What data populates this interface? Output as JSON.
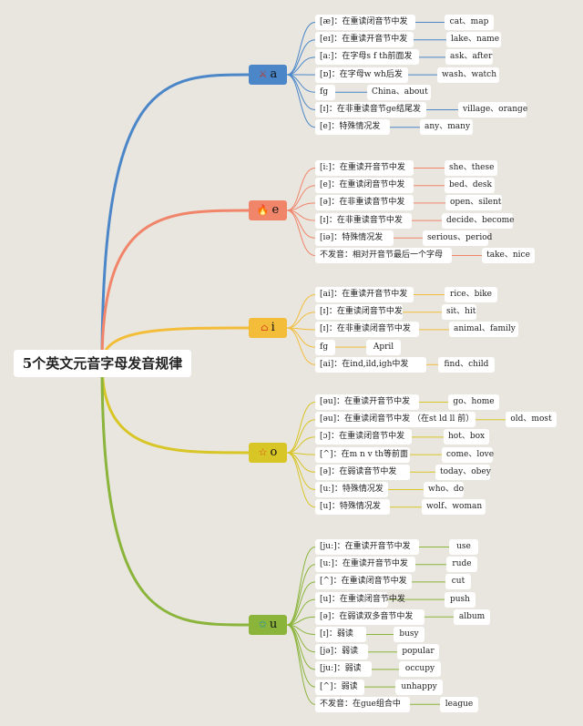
{
  "title": "5个英文元音字母发音规律",
  "colors": {
    "a": "#4a86c8",
    "e": "#f0856a",
    "i": "#f3bd3a",
    "o": "#d8c526",
    "u": "#8ab43a"
  },
  "branches": [
    {
      "letter": "a",
      "icon": "⚔",
      "icon_name": "tools-icon",
      "icon_color": "#c0392b",
      "items": [
        {
          "rule": "[æ]：在重读闭音节中发",
          "example": "cat、map"
        },
        {
          "rule": "[eɪ]：在重读开音节中发",
          "example": "lake、name"
        },
        {
          "rule": "[a:]：在字母s f th前面发",
          "example": "ask、after"
        },
        {
          "rule": "[ɒ]：在字母w wh后发",
          "example": "wash、watch"
        },
        {
          "rule": "fg",
          "example": "China、about"
        },
        {
          "rule": "[ɪ]：在非重读音节ge结尾发",
          "example": "village、orange"
        },
        {
          "rule": "[e]：特殊情况发",
          "example": "any、many"
        }
      ]
    },
    {
      "letter": "e",
      "icon": "🔥",
      "icon_name": "fire-icon",
      "icon_color": "#d8451b",
      "items": [
        {
          "rule": "[i:]：在重读开音节中发",
          "example": "she、these"
        },
        {
          "rule": "[e]：在重读闭音节中发",
          "example": "bed、desk"
        },
        {
          "rule": "[ə]：在非重读音节中发",
          "example": "open、silent"
        },
        {
          "rule": "[ɪ]：在非重读音节中发",
          "example": "decide、become"
        },
        {
          "rule": "[iə]：特殊情况发",
          "example": "serious、period"
        },
        {
          "rule": "不发音：相对开音节最后一个字母",
          "example": "take、nice"
        }
      ]
    },
    {
      "letter": "i",
      "icon": "⌂",
      "icon_name": "house-icon",
      "icon_color": "#d8451b",
      "items": [
        {
          "rule": "[ai]：在重读开音节中发",
          "example": "rice、bike"
        },
        {
          "rule": "[ɪ]：在重读闭音节中发",
          "example": "sit、hit"
        },
        {
          "rule": "[ɪ]：在非重读闭音节中发",
          "example": "animal、family"
        },
        {
          "rule": "fg",
          "example": "April"
        },
        {
          "rule": "[ai]：在ind,ild,igh中发",
          "example": "find、child"
        }
      ]
    },
    {
      "letter": "o",
      "icon": "☆",
      "icon_name": "star-icon",
      "icon_color": "#d8451b",
      "items": [
        {
          "rule": "[əu]：在重读开音节中发",
          "example": "go、home"
        },
        {
          "rule": "[əu]：在重读闭音节中发 （在st ld ll 前）",
          "example": "old、most"
        },
        {
          "rule": "[ɔ]：在重读闭音节中发",
          "example": "hot、box"
        },
        {
          "rule": "[^]：在m n v th等前面",
          "example": "come、love"
        },
        {
          "rule": "[ə]：在弱读音节中发",
          "example": "today、obey"
        },
        {
          "rule": "[u:]：特殊情况发",
          "example": "who、do"
        },
        {
          "rule": "[u]：特殊情况发",
          "example": "wolf、woman"
        }
      ]
    },
    {
      "letter": "u",
      "icon": "✩",
      "icon_name": "star-outline-icon",
      "icon_color": "#1e8fa8",
      "items": [
        {
          "rule": "[ju:]：在重读开音节中发",
          "example": "use"
        },
        {
          "rule": "[u:]：在重读开音节中发",
          "example": "rude"
        },
        {
          "rule": "[^]：在重读闭音节中发",
          "example": "cut"
        },
        {
          "rule": "[u]：在重读闭音节中发",
          "example": "push"
        },
        {
          "rule": "[ə]：在弱读双多音节中发",
          "example": "album"
        },
        {
          "rule": "[ɪ]：弱读",
          "example": "busy"
        },
        {
          "rule": "[jə]：弱读",
          "example": "popular"
        },
        {
          "rule": "[ju:]：弱读",
          "example": "occupy"
        },
        {
          "rule": "[^]：弱读",
          "example": "unhappy"
        },
        {
          "rule": "不发音：在gue组合中",
          "example": "league"
        }
      ]
    }
  ]
}
